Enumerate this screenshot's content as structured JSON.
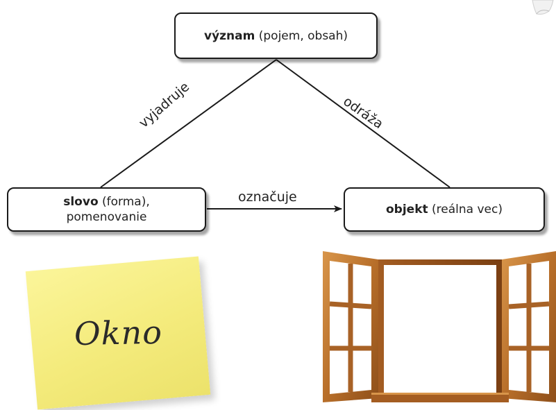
{
  "diagram": {
    "meaning": {
      "bold": "význam",
      "rest": "(pojem, obsah)"
    },
    "word": {
      "bold": "slovo",
      "rest": "(forma),",
      "line2": "pomenovanie"
    },
    "object": {
      "bold": "objekt",
      "rest": "(reálna vec)"
    },
    "edges": {
      "expresses": "vyjadruje",
      "reflects": "odráža",
      "denotes": "označuje"
    }
  },
  "sticky_note": {
    "text": "Okno",
    "color": "#f4eb7c"
  },
  "picture": {
    "subject": "open-wooden-window",
    "frame_color": "#b86f2a"
  }
}
